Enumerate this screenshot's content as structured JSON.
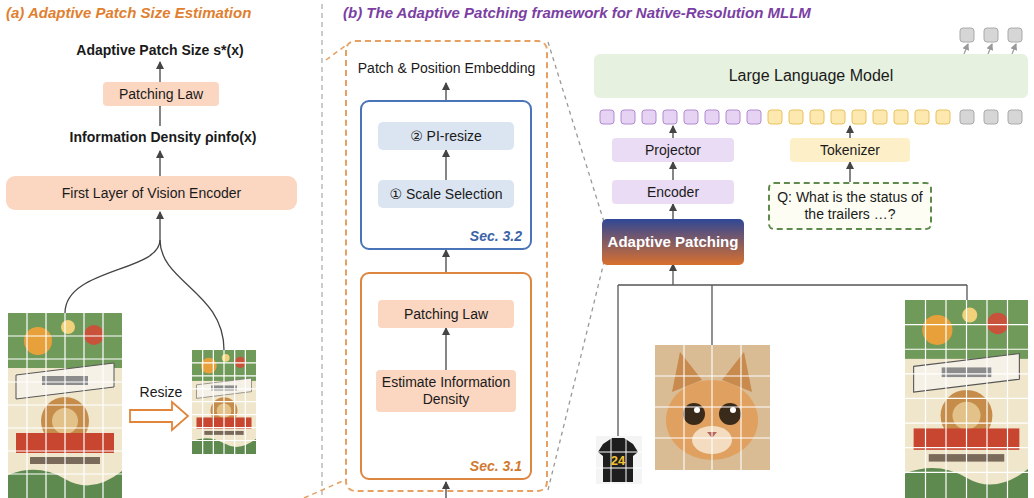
{
  "diagram": {
    "nodes": [
      {
        "text": [
          "Patching Law"
        ]
      },
      {
        "text": [
          "First Layer of Vision Encoder"
        ]
      },
      {
        "text": [
          "Patch & Position Embedding"
        ]
      },
      {
        "text": [
          "Sec. 3.2"
        ],
        "in": 2
      },
      {
        "text": [
          "② PI-resize"
        ],
        "in": 3
      },
      {
        "text": [
          "① Scale Selection"
        ],
        "in": 3
      },
      {
        "text": [
          "Sec. 3.1"
        ],
        "in": 2
      },
      {
        "text": [
          "Patching Law"
        ],
        "in": 6
      },
      {
        "text": [
          "Estimate Information Density"
        ],
        "in": 6
      },
      {
        "text": [
          "Large Language Model"
        ]
      },
      {
        "text": [
          "Projector"
        ]
      },
      {
        "text": [
          "Encoder"
        ]
      },
      {
        "text": [
          "Adaptive Patching"
        ]
      },
      {
        "text": [
          "Tokenizer"
        ]
      },
      {
        "text": [
          "Q: What is the status of the trailers …?"
        ]
      }
    ],
    "edges": [
      {
        "from": 8,
        "to": 7,
        "arrow": "to"
      },
      {
        "from": 6,
        "to": 3,
        "arrow": "to"
      },
      {
        "from": 5,
        "to": 4,
        "arrow": "to"
      },
      {
        "from": 12,
        "to": 11,
        "arrow": "to"
      },
      {
        "from": 11,
        "to": 10,
        "arrow": "to"
      },
      {
        "from": 14,
        "to": 13,
        "arrow": "to"
      }
    ],
    "labels": [
      "(a) Adaptive Patch Size Estimation",
      "Adaptive Patch Size s*(x)",
      "Information Density ρinfo(x)",
      "Resize",
      "(b) The Adaptive Patching framework for Native-Resolution MLLM",
      "24"
    ]
  }
}
